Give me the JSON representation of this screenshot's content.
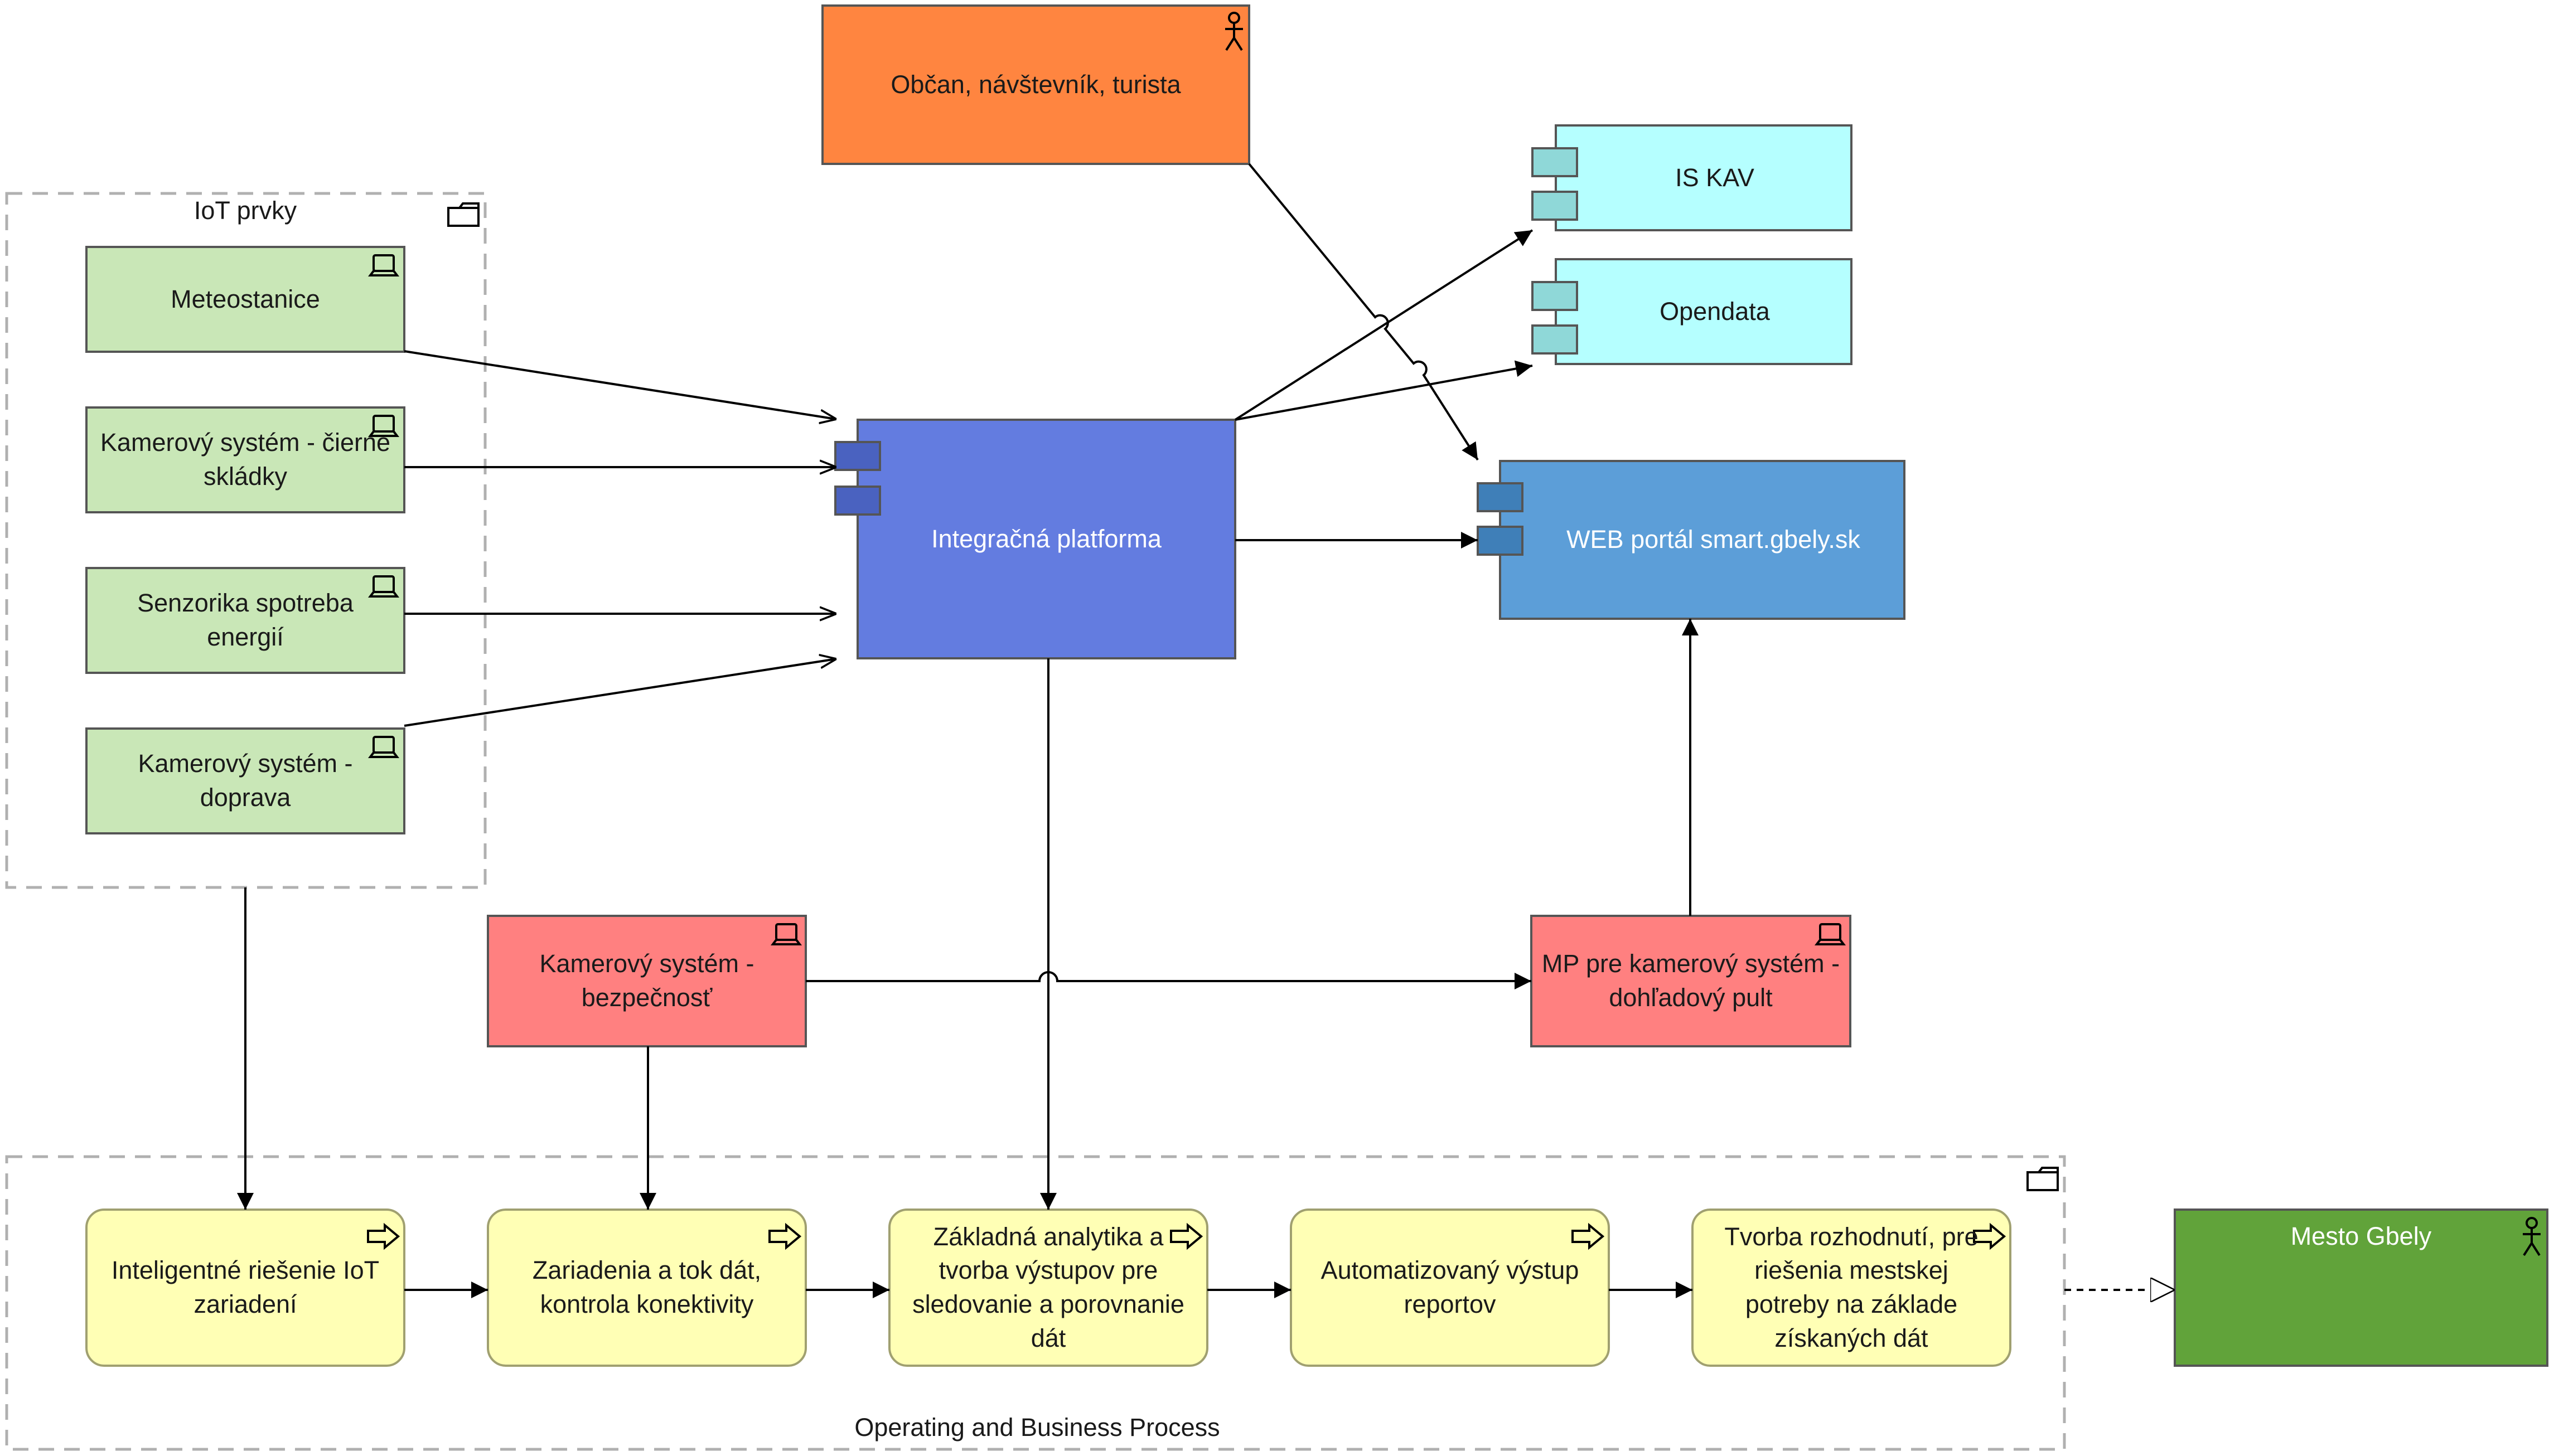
{
  "groups": {
    "iot": "IoT prvky",
    "process": "Operating and Business Process"
  },
  "nodes": {
    "citizen": "Občan, návštevník, turista",
    "is_kav": "IS KAV",
    "opendata": "Opendata",
    "meteo": "Meteostanice",
    "cam_dump": "Kamerový systém - čierne skládky",
    "sensor_energy": "Senzorika spotreba energií",
    "cam_traffic": "Kamerový systém - doprava",
    "platform": "Integračná platforma",
    "web_portal": "WEB portál smart.gbely.sk",
    "cam_security": "Kamerový systém - bezpečnosť",
    "mp_camera": "MP pre kamerový systém - dohľadový pult",
    "proc_iot": "Inteligentné riešenie IoT zariadení",
    "proc_devices": "Zariadenia a tok dát, kontrola konektivity",
    "proc_analytics": "Základná analytika a tvorba výstupov pre sledovanie a porovnanie dát",
    "proc_report": "Automatizovaný výstup reportov",
    "proc_decision": "Tvorba rozhodnutí, pre riešenia mestskej potreby na základe získaných dát",
    "mesto": "Mesto Gbely"
  },
  "icons": {
    "actor": "actor-icon",
    "device": "device-icon",
    "component": "component-icon",
    "process": "process-arrow-icon",
    "folder": "folder-icon"
  },
  "colors": {
    "device_green": "#c9e7b7",
    "device_red": "#ff8080",
    "actor_orange": "#ff8540",
    "app_cyan": "#b5ffff",
    "platform_blue": "#637ce0",
    "portal_blue": "#5c9ed8",
    "process_yellow": "#ffffb5",
    "mesto_green": "#61a33a"
  }
}
